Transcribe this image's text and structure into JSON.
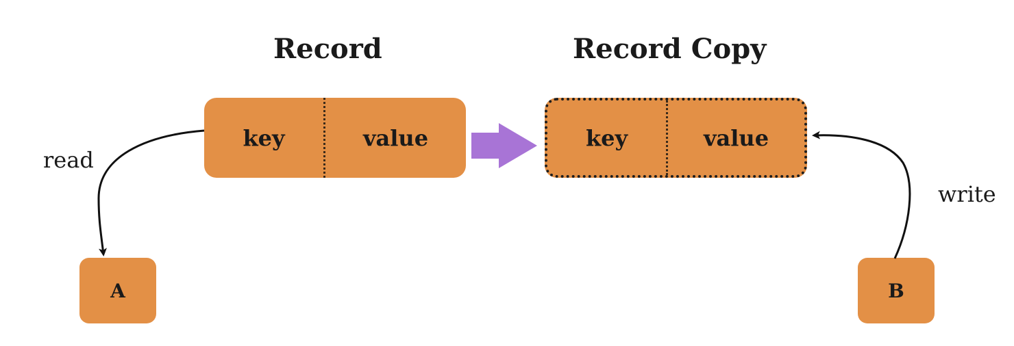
{
  "titles": {
    "record": "Record",
    "copy": "Record Copy"
  },
  "record": {
    "key": "key",
    "value": "value"
  },
  "record_copy": {
    "key": "key",
    "value": "value"
  },
  "clients": {
    "a": "A",
    "b": "B"
  },
  "edges": {
    "read": "read",
    "write": "write"
  },
  "colors": {
    "box_fill": "#e39046",
    "copy_arrow": "#a874d6",
    "stroke": "#111111"
  }
}
